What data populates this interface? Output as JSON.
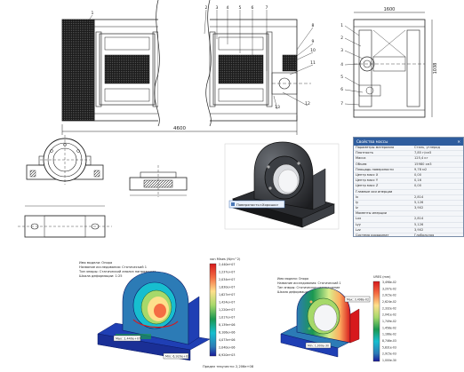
{
  "main_drawing": {
    "dimension_length": "4600",
    "callouts": [
      "1",
      "2",
      "3",
      "4",
      "5",
      "6",
      "7",
      "8",
      "9",
      "10",
      "11",
      "12",
      "13"
    ]
  },
  "side_drawing": {
    "dimension_width": "1600",
    "dimension_height": "1038",
    "callouts": [
      "1",
      "2",
      "3",
      "4",
      "5",
      "6",
      "7"
    ]
  },
  "model_tooltip": "Поверхность<Хорошо>",
  "properties_panel": {
    "title": "Свойства массы",
    "rows": [
      {
        "key": "Параметры материала",
        "value": "Сталь, углерод"
      },
      {
        "key": "Плотность",
        "value": "7,85 г/см3"
      },
      {
        "key": "Масса",
        "value": "125,4 кг"
      },
      {
        "key": "Объем",
        "value": "15980 см3"
      },
      {
        "key": "Площадь поверхности",
        "value": "9,78 м2"
      },
      {
        "key": "Центр масс X",
        "value": "0,00"
      },
      {
        "key": "Центр масс Y",
        "value": "0,16"
      },
      {
        "key": "Центр масс Z",
        "value": "0,00"
      },
      {
        "key": "Главные оси инерции",
        "value": ""
      },
      {
        "key": "Ix",
        "value": "2,814"
      },
      {
        "key": "Iy",
        "value": "5,126"
      },
      {
        "key": "Iz",
        "value": "3,902"
      },
      {
        "key": "Моменты инерции",
        "value": ""
      },
      {
        "key": "Lxx",
        "value": "2,814"
      },
      {
        "key": "Lyy",
        "value": "5,126"
      },
      {
        "key": "Lzz",
        "value": "3,902"
      },
      {
        "key": "Система координат",
        "value": "Глобальная"
      }
    ]
  },
  "fea_stress": {
    "header": [
      "Имя модели: Опора",
      "Название исследования: Статический 1",
      "Тип эпюры: Статический анализ напряжения",
      "Шкала деформации: 1:25"
    ],
    "unit": "von Mises (N/m^2)",
    "scale_labels": [
      "2,440e+07",
      "2,237e+07",
      "2,034e+07",
      "1,830e+07",
      "1,627e+07",
      "1,424e+07",
      "1,220e+07",
      "1,017e+07",
      "8,139e+06",
      "6,106e+06",
      "4,073e+06",
      "2,040e+06",
      "6,920e+03"
    ],
    "callout_top": "Мах: 2,440e+07",
    "callout_bottom": "Min: 6,920e+03",
    "footer": "Предел текучести: 2,206e+08",
    "colors": [
      "#d7191c",
      "#f46d43",
      "#fdae61",
      "#fee08b",
      "#d9ef8b",
      "#a6d96a",
      "#66bd63",
      "#1a9850",
      "#17becf",
      "#2c7bb6",
      "#1f3fb4",
      "#1a1a9a"
    ]
  },
  "fea_disp": {
    "header": [
      "Имя модели: Опора",
      "Название исследования: Статический 1",
      "Тип эпюры: Статическое перемещение",
      "Шкала деформации: 1:25"
    ],
    "unit": "URES (mm)",
    "scale_labels": [
      "3,498e-02",
      "3,207e-02",
      "2,915e-02",
      "2,624e-02",
      "2,332e-02",
      "2,041e-02",
      "1,749e-02",
      "1,458e-02",
      "1,166e-02",
      "8,746e-03",
      "5,831e-03",
      "2,915e-03",
      "1,000e-30"
    ],
    "callout_top": "Мах: 3,498e-02",
    "callout_bottom": "Min: 1,000e-30"
  }
}
